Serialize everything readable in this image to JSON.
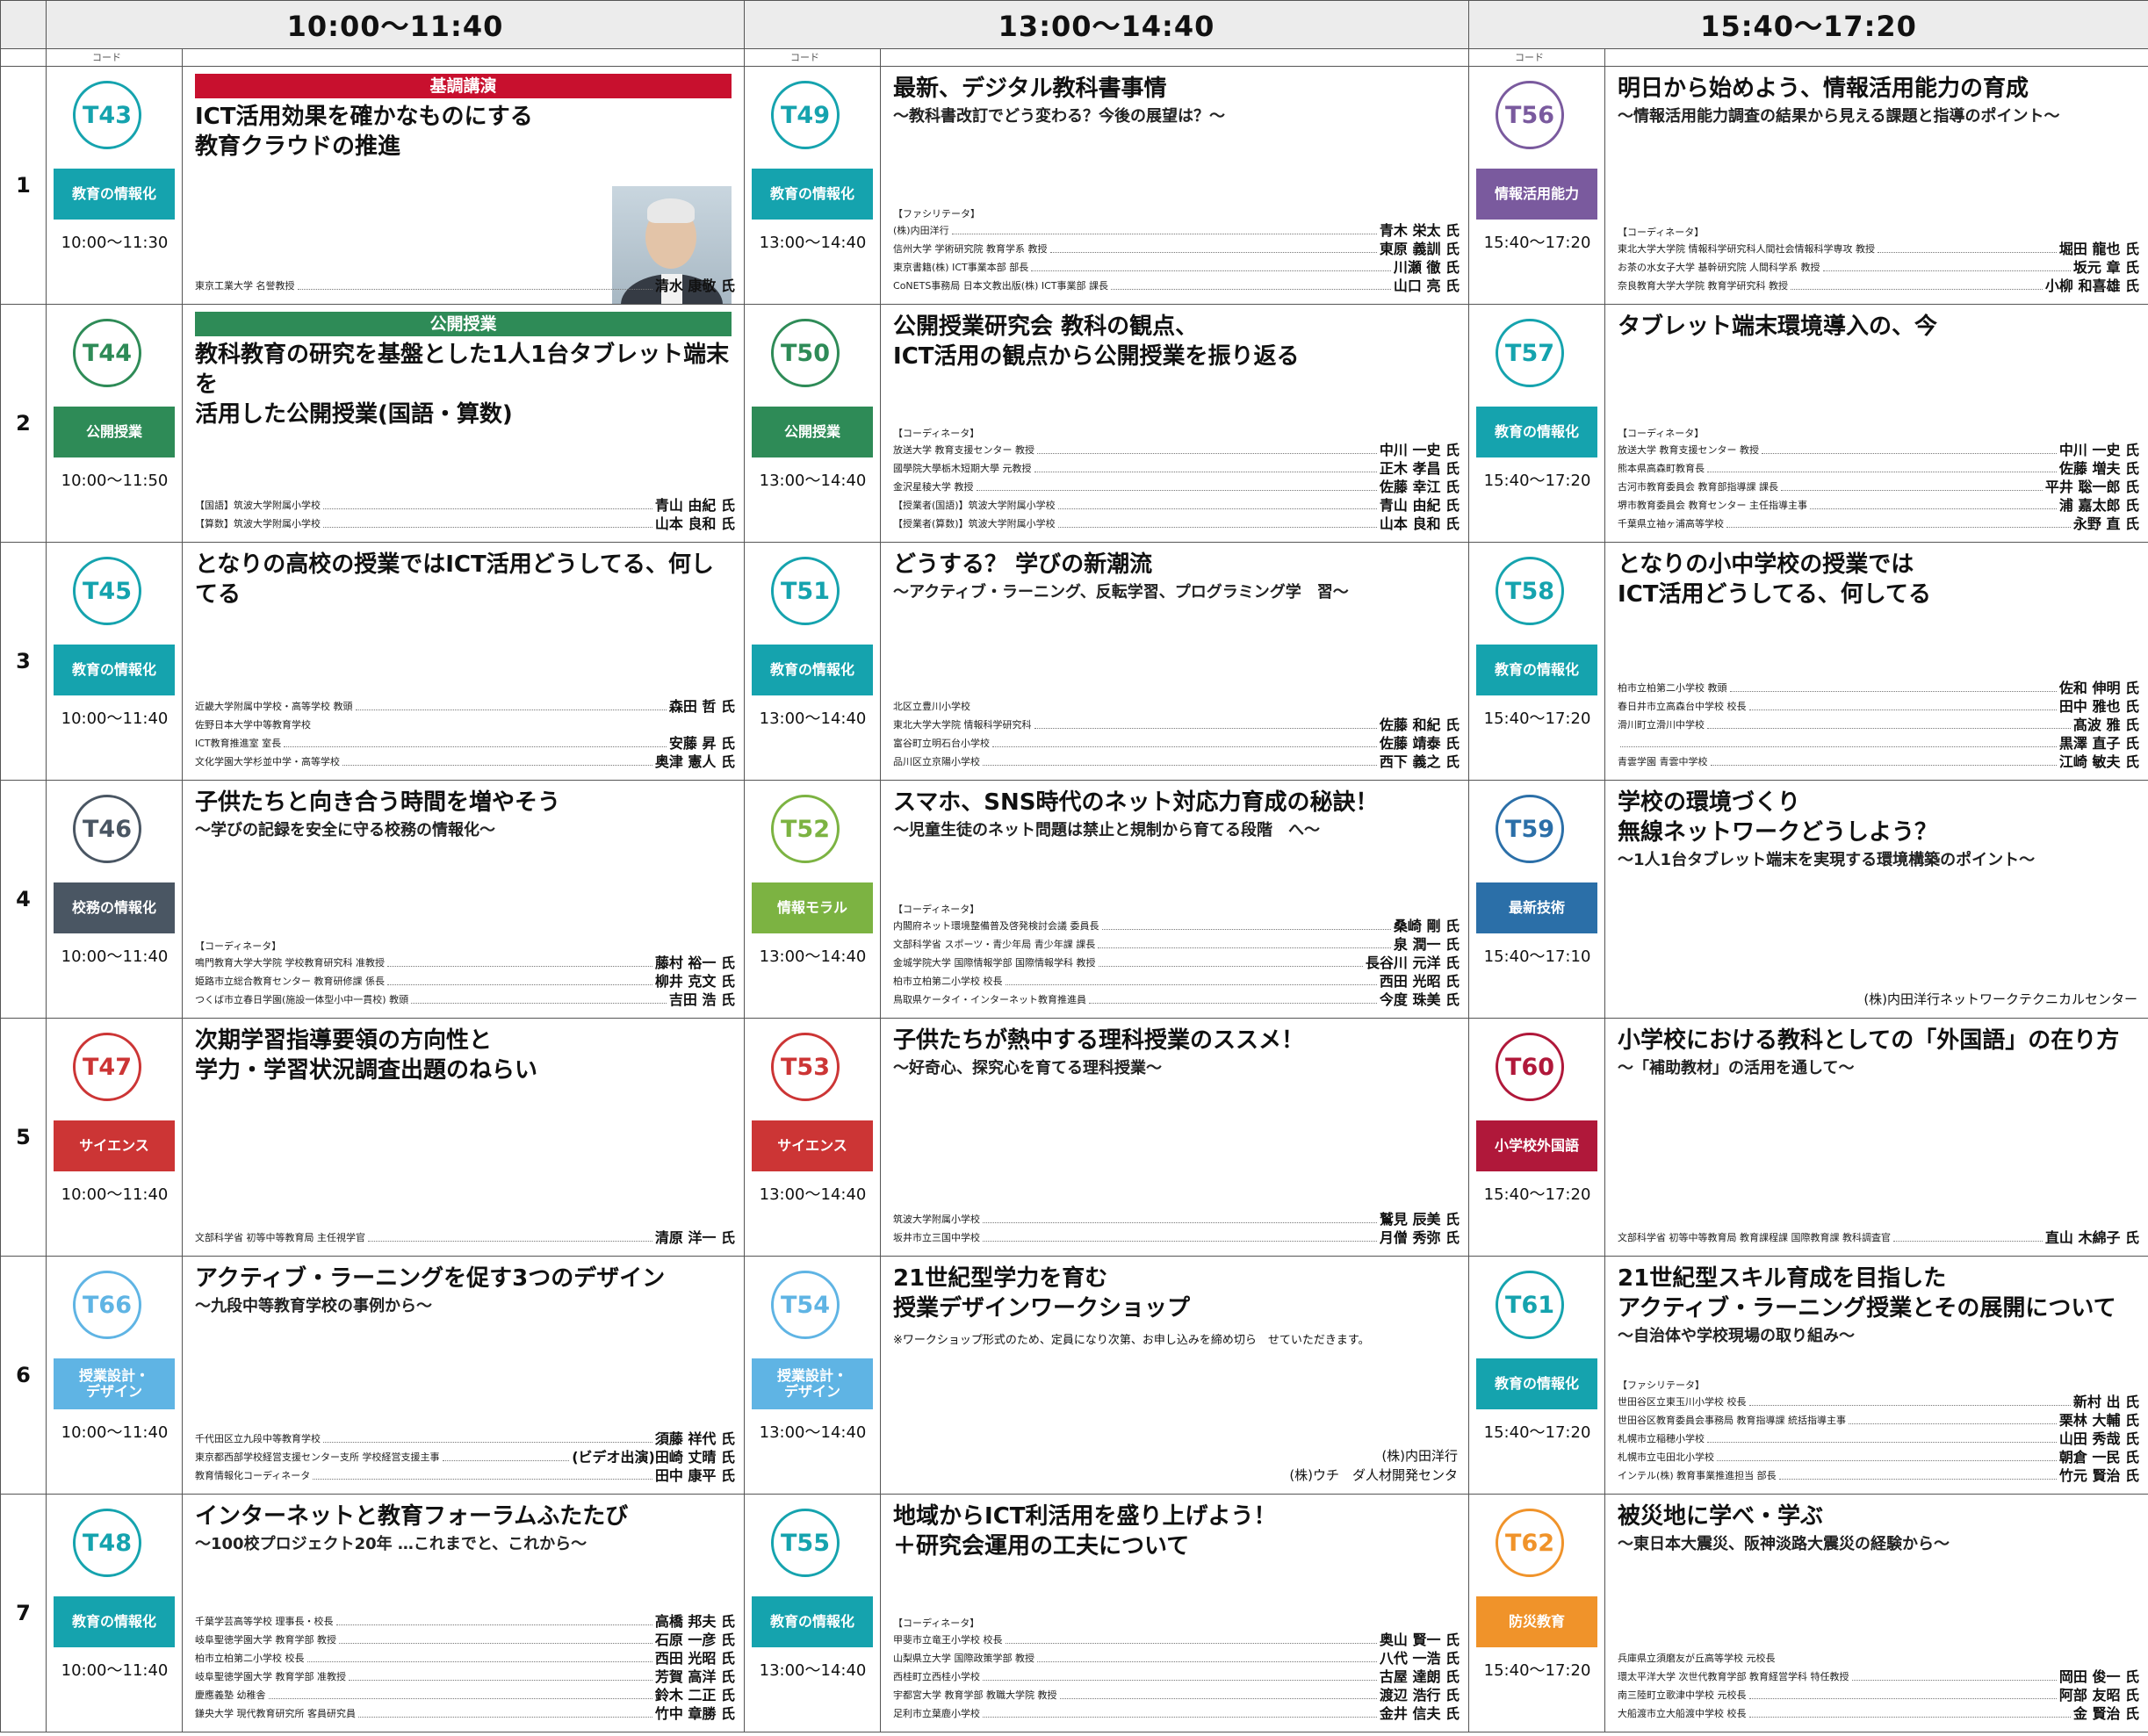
{
  "header": {
    "slot1": "10:00～11:40",
    "slot2": "13:00～14:40",
    "slot3": "15:40～17:20",
    "code_label": "コード"
  },
  "colors": {
    "teal": "#15a3ae",
    "purple": "#7a5a9e",
    "navy": "#4a5663",
    "red": "#cc3535",
    "green": "#7cb342",
    "light_blue": "#5fb4e4",
    "orange": "#f0932a",
    "crimson": "#b0183a",
    "banner_red": "#c8102e",
    "banner_green": "#2e8b57"
  },
  "rows": [
    {
      "num": "1",
      "cells": [
        {
          "code": "T43",
          "color": "#15a3ae",
          "tag": "教育の情報化",
          "time": "10:00～11:30",
          "banner": "基調講演",
          "banner_color": "#c8102e",
          "title": "ICT活用効果を確かなものにする\n教育クラウドの推進",
          "subtitle": "",
          "photo": true,
          "role": "",
          "people": [
            {
              "a": "東京工業大学 名誉教授",
              "n": "清水 康敬 氏"
            }
          ]
        },
        {
          "code": "T49",
          "color": "#15a3ae",
          "tag": "教育の情報化",
          "time": "13:00～14:40",
          "title": "最新、デジタル教科書事情",
          "subtitle": "～教科書改訂でどう変わる？今後の展望は？～",
          "role": "【ファシリテータ】",
          "people": [
            {
              "a": "(株)内田洋行",
              "n": "青木 栄太 氏"
            },
            {
              "a": "信州大学 学術研究院 教育学系 教授",
              "n": "東原 義訓 氏"
            },
            {
              "a": "東京書籍(株) ICT事業本部 部長",
              "n": "川瀬 徹 氏"
            },
            {
              "a": "CoNETS事務局 日本文教出版(株) ICT事業部 課長",
              "n": "山口 亮 氏"
            }
          ]
        },
        {
          "code": "T56",
          "color": "#7a5a9e",
          "tag": "情報活用能力",
          "time": "15:40～17:20",
          "title": "明日から始めよう、情報活用能力の育成",
          "subtitle": "～情報活用能力調査の結果から見える課題と指導のポイント～",
          "role": "【コーディネータ】",
          "people": [
            {
              "a": "東北大学大学院 情報科学研究科人間社会情報科学専攻 教授",
              "n": "堀田 龍也 氏"
            },
            {
              "a": "お茶の水女子大学 基幹研究院 人間科学系 教授",
              "n": "坂元 章 氏"
            },
            {
              "a": "奈良教育大学大学院 教育学研究科 教授",
              "n": "小柳 和喜雄 氏"
            }
          ]
        }
      ]
    },
    {
      "num": "2",
      "cells": [
        {
          "code": "T44",
          "color": "#2e8b57",
          "tag": "公開授業",
          "time": "10:00～11:50",
          "banner": "公開授業",
          "banner_color": "#2e8b57",
          "title": "教科教育の研究を基盤とした1人1台タブレット端末を\n活用した公開授業(国語・算数)",
          "subtitle": "",
          "role": "",
          "people": [
            {
              "a": "【国語】筑波大学附属小学校",
              "n": "青山 由紀 氏"
            },
            {
              "a": "【算数】筑波大学附属小学校",
              "n": "山本 良和 氏"
            }
          ]
        },
        {
          "code": "T50",
          "color": "#2e8b57",
          "tag": "公開授業",
          "time": "13:00～14:40",
          "title": "公開授業研究会 教科の観点、\nICT活用の観点から公開授業を振り返る",
          "subtitle": "",
          "role": "【コーディネータ】",
          "people": [
            {
              "a": "放送大学 教育支援センター 教授",
              "n": "中川 一史 氏"
            },
            {
              "a": "國學院大學栃木短期大學 元教授",
              "n": "正木 孝昌 氏"
            },
            {
              "a": "金沢星稜大学 教授",
              "n": "佐藤 幸江 氏"
            },
            {
              "a": "【授業者(国語)】筑波大学附属小学校",
              "n": "青山 由紀 氏"
            },
            {
              "a": "【授業者(算数)】筑波大学附属小学校",
              "n": "山本 良和 氏"
            }
          ]
        },
        {
          "code": "T57",
          "color": "#15a3ae",
          "tag": "教育の情報化",
          "time": "15:40～17:20",
          "title": "タブレット端末環境導入の、今",
          "subtitle": "",
          "role": "【コーディネータ】",
          "people": [
            {
              "a": "放送大学 教育支援センター 教授",
              "n": "中川 一史 氏"
            },
            {
              "a": "熊本県高森町教育長",
              "n": "佐藤 増夫 氏"
            },
            {
              "a": "古河市教育委員会 教育部指導課 課長",
              "n": "平井 聡一郎 氏"
            },
            {
              "a": "堺市教育委員会 教育センター 主任指導主事",
              "n": "浦 嘉太郎 氏"
            },
            {
              "a": "千葉県立袖ヶ浦高等学校",
              "n": "永野 直 氏"
            }
          ]
        }
      ]
    },
    {
      "num": "3",
      "cells": [
        {
          "code": "T45",
          "color": "#15a3ae",
          "tag": "教育の情報化",
          "time": "10:00～11:40",
          "title": "となりの高校の授業ではICT活用どうしてる、何してる",
          "subtitle": "",
          "role": "",
          "people": [
            {
              "a": "近畿大学附属中学校・高等学校 教頭",
              "n": "森田 哲 氏"
            },
            {
              "a": "佐野日本大学中等教育学校",
              "n": ""
            },
            {
              "a": "ICT教育推進室 室長",
              "n": "安藤 昇 氏"
            },
            {
              "a": "文化学園大学杉並中学・高等学校",
              "n": "奥津 憲人 氏"
            }
          ]
        },
        {
          "code": "T51",
          "color": "#15a3ae",
          "tag": "教育の情報化",
          "time": "13:00～14:40",
          "title": "どうする？ 学びの新潮流",
          "subtitle": "～アクティブ・ラーニング、反転学習、プログラミング学　習～",
          "role": "",
          "people": [
            {
              "a": "北区立豊川小学校",
              "n": ""
            },
            {
              "a": "東北大学大学院 情報科学研究科",
              "n": "佐藤 和紀 氏"
            },
            {
              "a": "富谷町立明石台小学校",
              "n": "佐藤 靖泰 氏"
            },
            {
              "a": "品川区立京陽小学校",
              "n": "西下 義之 氏"
            }
          ]
        },
        {
          "code": "T58",
          "color": "#15a3ae",
          "tag": "教育の情報化",
          "time": "15:40～17:20",
          "title": "となりの小中学校の授業では\nICT活用どうしてる、何してる",
          "subtitle": "",
          "role": "",
          "people": [
            {
              "a": "柏市立柏第二小学校 教頭",
              "n": "佐和 伸明 氏"
            },
            {
              "a": "春日井市立高森台中学校 校長",
              "n": "田中 雅也 氏"
            },
            {
              "a": "滑川町立滑川中学校",
              "n": "髙波 雅 氏"
            },
            {
              "a": "",
              "n": "黒澤 直子 氏"
            },
            {
              "a": "青雲学園 青雲中学校",
              "n": "江崎 敏夫 氏"
            }
          ]
        }
      ]
    },
    {
      "num": "4",
      "cells": [
        {
          "code": "T46",
          "color": "#4a5663",
          "tag": "校務の情報化",
          "time": "10:00～11:40",
          "title": "子供たちと向き合う時間を増やそう",
          "subtitle": "～学びの記録を安全に守る校務の情報化～",
          "role": "【コーディネータ】",
          "people": [
            {
              "a": "鳴門教育大学大学院 学校教育研究科 准教授",
              "n": "藤村 裕一 氏"
            },
            {
              "a": "姫路市立総合教育センター 教育研修課 係長",
              "n": "柳井 克文 氏"
            },
            {
              "a": "つくば市立春日学園(施設一体型小中一貫校) 教頭",
              "n": "吉田 浩 氏"
            }
          ]
        },
        {
          "code": "T52",
          "color": "#7cb342",
          "tag": "情報モラル",
          "time": "13:00～14:40",
          "title": "スマホ、SNS時代のネット対応力育成の秘訣！",
          "subtitle": "～児童生徒のネット問題は禁止と規制から育てる段階　へ～",
          "role": "【コーディネータ】",
          "people": [
            {
              "a": "内閣府ネット環境整備普及啓発検討会議 委員長",
              "n": "桑崎 剛 氏"
            },
            {
              "a": "文部科学省 スポーツ・青少年局 青少年課 課長",
              "n": "泉 潤一 氏"
            },
            {
              "a": "金城学院大学 国際情報学部 国際情報学科 教授",
              "n": "長谷川 元洋 氏"
            },
            {
              "a": "柏市立柏第二小学校 校長",
              "n": "西田 光昭 氏"
            },
            {
              "a": "鳥取県ケータイ・インターネット教育推進員",
              "n": "今度 珠美 氏"
            }
          ]
        },
        {
          "code": "T59",
          "color": "#2b6fa8",
          "tag": "最新技術",
          "time": "15:40～17:10",
          "title": "学校の環境づくり\n無線ネットワークどうしよう？",
          "subtitle": "～1人1台タブレット端末を実現する環境構築のポイント～",
          "role": "",
          "people": [],
          "org": "(株)内田洋行ネットワークテクニカルセンター"
        }
      ]
    },
    {
      "num": "5",
      "cells": [
        {
          "code": "T47",
          "color": "#cc3535",
          "tag": "サイエンス",
          "time": "10:00～11:40",
          "title": "次期学習指導要領の方向性と\n学力・学習状況調査出題のねらい",
          "subtitle": "",
          "role": "",
          "people": [
            {
              "a": "文部科学省 初等中等教育局 主任視学官",
              "n": "清原 洋一 氏"
            }
          ]
        },
        {
          "code": "T53",
          "color": "#cc3535",
          "tag": "サイエンス",
          "time": "13:00～14:40",
          "title": "子供たちが熱中する理科授業のススメ！",
          "subtitle": "～好奇心、探究心を育てる理科授業～",
          "role": "",
          "people": [
            {
              "a": "筑波大学附属小学校",
              "n": "鷲見 辰美 氏"
            },
            {
              "a": "坂井市立三国中学校",
              "n": "月僧 秀弥 氏"
            }
          ]
        },
        {
          "code": "T60",
          "color": "#b0183a",
          "tag": "小学校外国語",
          "time": "15:40～17:20",
          "title": "小学校における教科としての「外国語」の在り方",
          "subtitle": "～「補助教材」の活用を通して～",
          "role": "",
          "people": [
            {
              "a": "文部科学省 初等中等教育局 教育課程課 国際教育課 教科調査官",
              "n": "直山 木綿子 氏"
            }
          ]
        }
      ]
    },
    {
      "num": "6",
      "cells": [
        {
          "code": "T66",
          "color": "#5fb4e4",
          "tag": "授業設計・\nデザイン",
          "time": "10:00～11:40",
          "title": "アクティブ・ラーニングを促す3つのデザイン",
          "subtitle": "～九段中等教育学校の事例から～",
          "role": "",
          "people": [
            {
              "a": "千代田区立九段中等教育学校",
              "n": "須藤 祥代 氏"
            },
            {
              "a": "東京都西部学校経営支援センター支所 学校経営支援主事",
              "n": "(ビデオ出演)田崎 丈晴 氏"
            },
            {
              "a": "教育情報化コーディネータ",
              "n": "田中 康平 氏"
            }
          ]
        },
        {
          "code": "T54",
          "color": "#5fb4e4",
          "tag": "授業設計・\nデザイン",
          "time": "13:00～14:40",
          "title": "21世紀型学力を育む\n授業デザインワークショップ",
          "subtitle": "",
          "note": "※ワークショップ形式のため、定員になり次第、お申し込みを締め切ら　せていただきます。",
          "role": "",
          "people": [],
          "org": "(株)内田洋行\n(株)ウチ　ダ人材開発センタ"
        },
        {
          "code": "T61",
          "color": "#15a3ae",
          "tag": "教育の情報化",
          "time": "15:40～17:20",
          "title": "21世紀型スキル育成を目指した\nアクティブ・ラーニング授業とその展開について",
          "subtitle": "～自治体や学校現場の取り組み～",
          "role": "【ファシリテータ】",
          "people": [
            {
              "a": "世田谷区立東玉川小学校 校長",
              "n": "新村 出 氏"
            },
            {
              "a": "世田谷区教育委員会事務局 教育指導課 統括指導主事",
              "n": "栗林 大輔 氏"
            },
            {
              "a": "札幌市立稲穂小学校",
              "n": "山田 秀哉 氏"
            },
            {
              "a": "札幌市立屯田北小学校",
              "n": "朝倉 一民 氏"
            },
            {
              "a": "インテル(株) 教育事業推進担当 部長",
              "n": "竹元 賢治 氏"
            }
          ]
        }
      ]
    },
    {
      "num": "7",
      "cells": [
        {
          "code": "T48",
          "color": "#15a3ae",
          "tag": "教育の情報化",
          "time": "10:00～11:40",
          "title": "インターネットと教育フォーラムふたたび",
          "subtitle": "～100校プロジェクト20年 …これまでと、これから～",
          "role": "",
          "people": [
            {
              "a": "千葉学芸高等学校 理事長・校長",
              "n": "高橋 邦夫 氏"
            },
            {
              "a": "岐阜聖徳学園大学 教育学部 教授",
              "n": "石原 一彦 氏"
            },
            {
              "a": "柏市立柏第二小学校 校長",
              "n": "西田 光昭 氏"
            },
            {
              "a": "岐阜聖徳学園大学 教育学部 准教授",
              "n": "芳賀 高洋 氏"
            },
            {
              "a": "慶應義塾 幼稚舎",
              "n": "鈴木 二正 氏"
            },
            {
              "a": "鎌央大学 現代教育研究所 客員研究員",
              "n": "竹中 章勝 氏"
            }
          ]
        },
        {
          "code": "T55",
          "color": "#15a3ae",
          "tag": "教育の情報化",
          "time": "13:00～14:40",
          "title": "地域からICT利活用を盛り上げよう！\n＋研究会運用の工夫について",
          "subtitle": "",
          "role": "【コーディネータ】",
          "people": [
            {
              "a": "甲斐市立竜王小学校 校長",
              "n": "奥山 賢一 氏"
            },
            {
              "a": "山梨県立大学 国際政策学部 教授",
              "n": "八代 一浩 氏"
            },
            {
              "a": "西桂町立西桂小学校",
              "n": "古屋 達朗 氏"
            },
            {
              "a": "宇都宮大学 教育学部 教職大学院 教授",
              "n": "渡辺 浩行 氏"
            },
            {
              "a": "足利市立葉鹿小学校",
              "n": "金井 信夫 氏"
            }
          ]
        },
        {
          "code": "T62",
          "color": "#f0932a",
          "tag": "防災教育",
          "time": "15:40～17:20",
          "title": "被災地に学べ・学ぶ",
          "subtitle": "～東日本大震災、阪神淡路大震災の経験から～",
          "role": "",
          "people": [
            {
              "a": "兵庫県立須磨友が丘高等学校 元校長",
              "n": ""
            },
            {
              "a": "環太平洋大学 次世代教育学部 教育経営学科 特任教授",
              "n": "岡田 俊一 氏"
            },
            {
              "a": "南三陸町立歌津中学校 元校長",
              "n": "阿部 友昭 氏"
            },
            {
              "a": "大船渡市立大船渡中学校 校長",
              "n": "金 賢治 氏"
            }
          ]
        }
      ]
    }
  ]
}
